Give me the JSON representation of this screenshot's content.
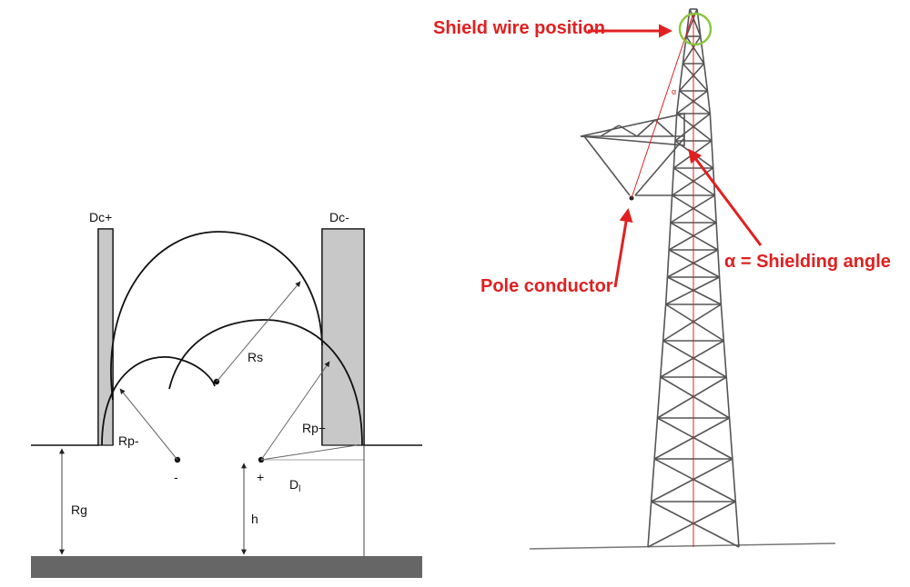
{
  "left_diagram": {
    "labels": {
      "dc_plus": "Dc+",
      "dc_minus": "Dc-",
      "rs": "Rs",
      "rp_minus": "Rp-",
      "rp_plus": "Rp+",
      "rg": "Rg",
      "h": "h",
      "minus_sign": "-",
      "plus_sign": "+",
      "dl": "D",
      "dl_sub": "l"
    }
  },
  "right_diagram": {
    "labels": {
      "shield_wire": "Shield wire position",
      "pole_conductor": "Pole conductor",
      "shielding_angle": "α = Shielding angle",
      "alpha_small": "α"
    },
    "colors": {
      "annotation": "#e02020",
      "highlight_circle": "#8cc63f",
      "tower": "#555555"
    }
  }
}
